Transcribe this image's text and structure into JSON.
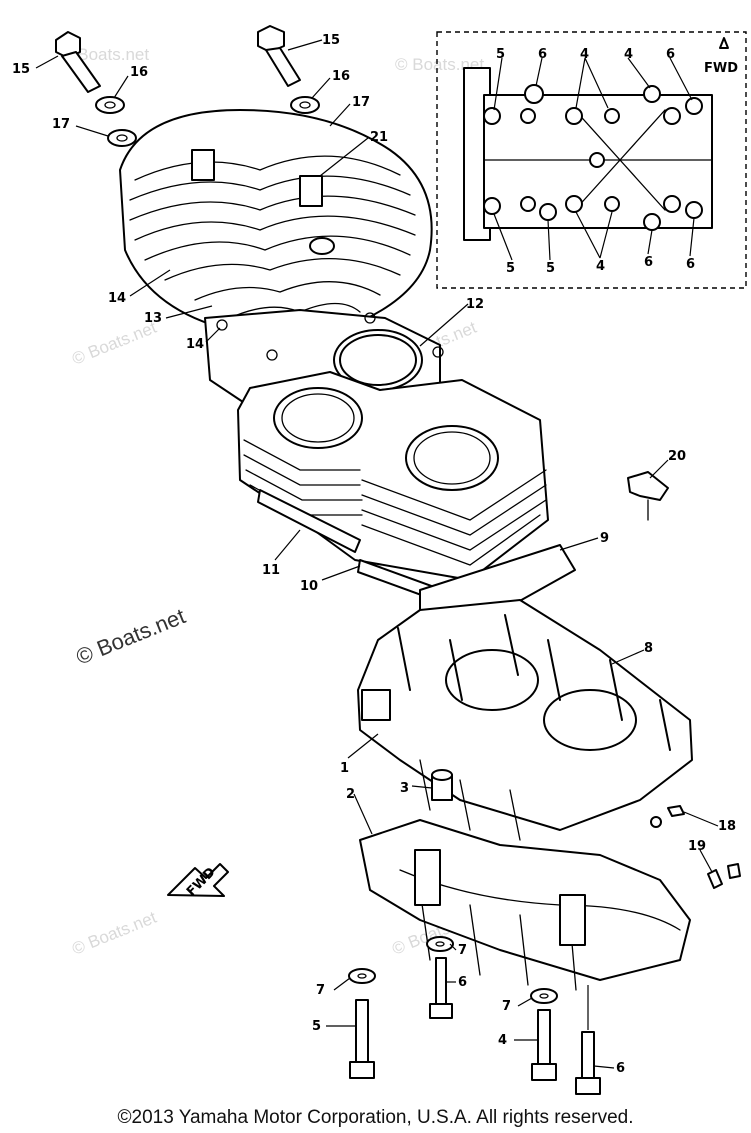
{
  "watermark_text": "© Boats.net",
  "copyright": "©2013 Yamaha Motor Corporation, U.S.A. All rights reserved.",
  "inset": {
    "fwd_label": "FWD",
    "callouts": [
      "5",
      "6",
      "4",
      "4",
      "6",
      "5",
      "5",
      "4",
      "6",
      "6"
    ]
  },
  "fwd_arrow_label": "FWD",
  "callouts": [
    "15",
    "16",
    "17",
    "15",
    "16",
    "17",
    "21",
    "14",
    "13",
    "14",
    "12",
    "11",
    "10",
    "9",
    "20",
    "8",
    "1",
    "3",
    "2",
    "18",
    "19",
    "7",
    "6",
    "7",
    "5",
    "7",
    "4",
    "6"
  ]
}
